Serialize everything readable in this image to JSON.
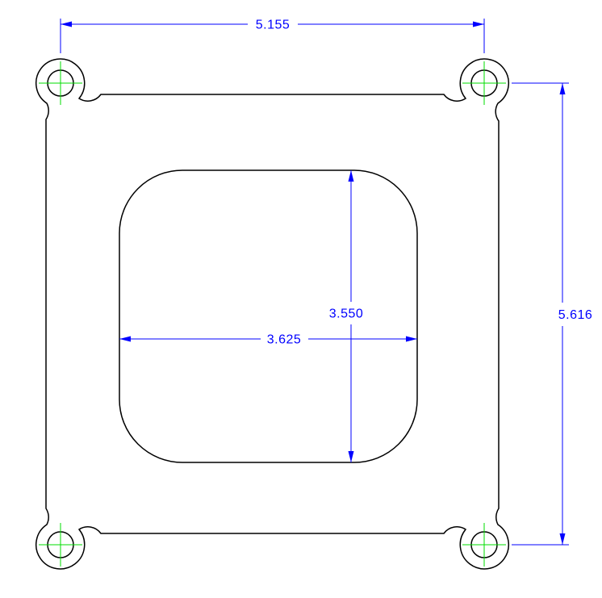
{
  "drawing": {
    "colors": {
      "outline": "#000000",
      "dimension": "#0000ff",
      "center_mark": "#00dd00",
      "background": "#ffffff"
    },
    "labels": {
      "bolt_span_width": "5.155",
      "bolt_span_height": "5.616",
      "opening_width": "3.625",
      "opening_height": "3.550"
    }
  }
}
